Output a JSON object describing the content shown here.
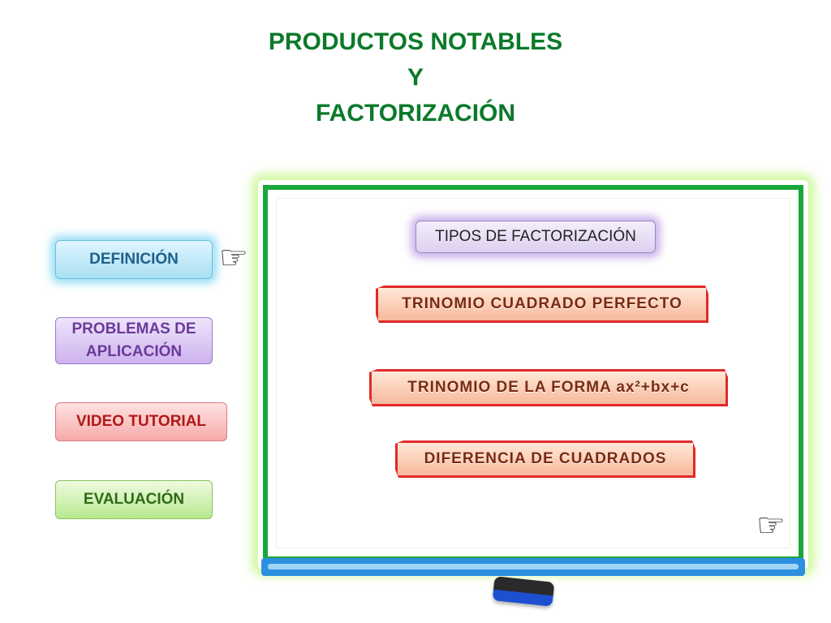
{
  "title": {
    "line1": "PRODUCTOS NOTABLES",
    "line2": "Y",
    "line3": "FACTORIZACIÓN"
  },
  "nav": {
    "definicion": "DEFINICIÓN",
    "problemas_line1": "PROBLEMAS DE",
    "problemas_line2": "APLICACIÓN",
    "video": "VIDEO TUTORIAL",
    "evaluacion": "EVALUACIÓN"
  },
  "board": {
    "tipos": "TIPOS DE FACTORIZACIÓN",
    "items": [
      "TRINOMIO CUADRADO PERFECTO",
      "TRINOMIO DE LA FORMA ax²+bx+c",
      "DIFERENCIA DE CUADRADOS"
    ]
  },
  "icons": {
    "hand_left": "pointing-hand-icon",
    "hand_right": "pointing-hand-icon",
    "eraser": "eraser-icon"
  },
  "colors": {
    "title": "#0b7a2a",
    "board_frame": "#18a83a",
    "tray": "#2d8fe0",
    "item_border": "#e12a2a"
  }
}
